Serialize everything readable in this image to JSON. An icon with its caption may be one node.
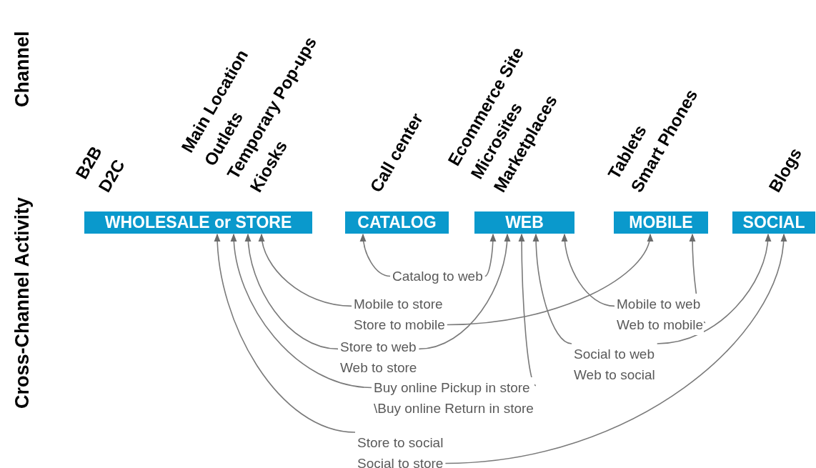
{
  "diagram": {
    "nodes": [
      {
        "text": [
          "WHOLESALE or STORE"
        ],
        "beside": [
          "B2B",
          "D2C",
          "Main Location",
          "Outlets",
          "Temporary Pop-ups",
          "Kiosks"
        ]
      },
      {
        "text": [
          "CATALOG"
        ],
        "beside": [
          "Call center"
        ]
      },
      {
        "text": [
          "WEB"
        ],
        "beside": [
          "Ecommerce Site",
          "Microsites",
          "Marketplaces"
        ]
      },
      {
        "text": [
          "MOBILE"
        ],
        "beside": [
          "Tablets",
          "Smart Phones"
        ]
      },
      {
        "text": [
          "SOCIAL"
        ],
        "beside": [
          "Blogs"
        ]
      },
      {
        "text": [
          "Catalog to web"
        ]
      },
      {
        "text": [
          "Mobile to store",
          "Store to mobile"
        ]
      },
      {
        "text": [
          "Store to web",
          "Web to store"
        ]
      },
      {
        "text": [
          "Buy online Pickup in store",
          "\\Buy online Return in store"
        ]
      },
      {
        "text": [
          "Store to social",
          "Social to store"
        ]
      },
      {
        "text": [
          "Mobile to web",
          "Web to mobile"
        ]
      },
      {
        "text": [
          "Social to web",
          "Web to social"
        ]
      }
    ],
    "edges": [
      {
        "from": 5,
        "to": 1,
        "arrow": "to"
      },
      {
        "from": 5,
        "to": 2,
        "arrow": "to"
      },
      {
        "from": 6,
        "to": 0,
        "arrow": "to"
      },
      {
        "from": 6,
        "to": 3,
        "arrow": "to"
      },
      {
        "from": 7,
        "to": 0,
        "arrow": "to"
      },
      {
        "from": 7,
        "to": 2,
        "arrow": "to"
      },
      {
        "from": 8,
        "to": 0,
        "arrow": "to"
      },
      {
        "from": 8,
        "to": 2,
        "arrow": "to"
      },
      {
        "from": 9,
        "to": 0,
        "arrow": "to"
      },
      {
        "from": 9,
        "to": 4,
        "arrow": "to"
      },
      {
        "from": 10,
        "to": 2,
        "arrow": "to"
      },
      {
        "from": 10,
        "to": 3,
        "arrow": "to"
      },
      {
        "from": 11,
        "to": 2,
        "arrow": "to"
      },
      {
        "from": 11,
        "to": 4,
        "arrow": "to"
      }
    ],
    "labels": [
      "Channel",
      "Cross-Channel Activity"
    ]
  }
}
